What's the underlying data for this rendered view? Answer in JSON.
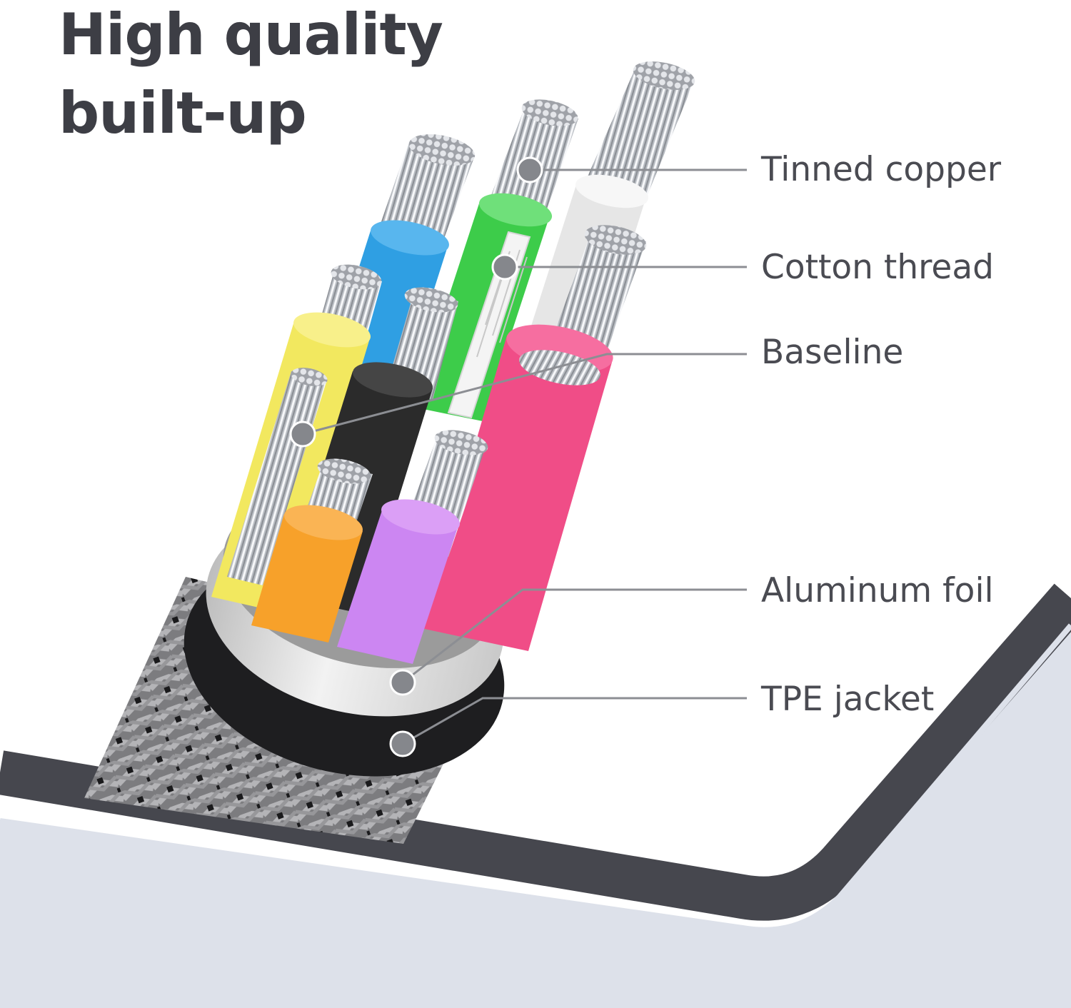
{
  "heading": {
    "line1": "High quality",
    "line2": "built-up"
  },
  "callouts": [
    {
      "label": "Tinned copper"
    },
    {
      "label": "Cotton thread"
    },
    {
      "label": "Baseline"
    },
    {
      "label": "Aluminum foil"
    },
    {
      "label": "TPE jacket"
    }
  ],
  "colors": {
    "heading_text": "#3d3e45",
    "label_text": "#4a4b52",
    "leader_line": "#8c8e93",
    "frame_band": "#46474e",
    "floor": "#dde1ea",
    "wire_blue": "#2f9fe3",
    "wire_green": "#3dcc4a",
    "wire_white": "#e6e6e6",
    "wire_yellow": "#f2e85f",
    "wire_black": "#2b2b2b",
    "wire_pink": "#f04d87",
    "wire_orange": "#f7a12a",
    "wire_purple": "#cc86f2",
    "tpe_jacket": "#1e1e20",
    "aluminum_foil": "#dcdcdc"
  }
}
